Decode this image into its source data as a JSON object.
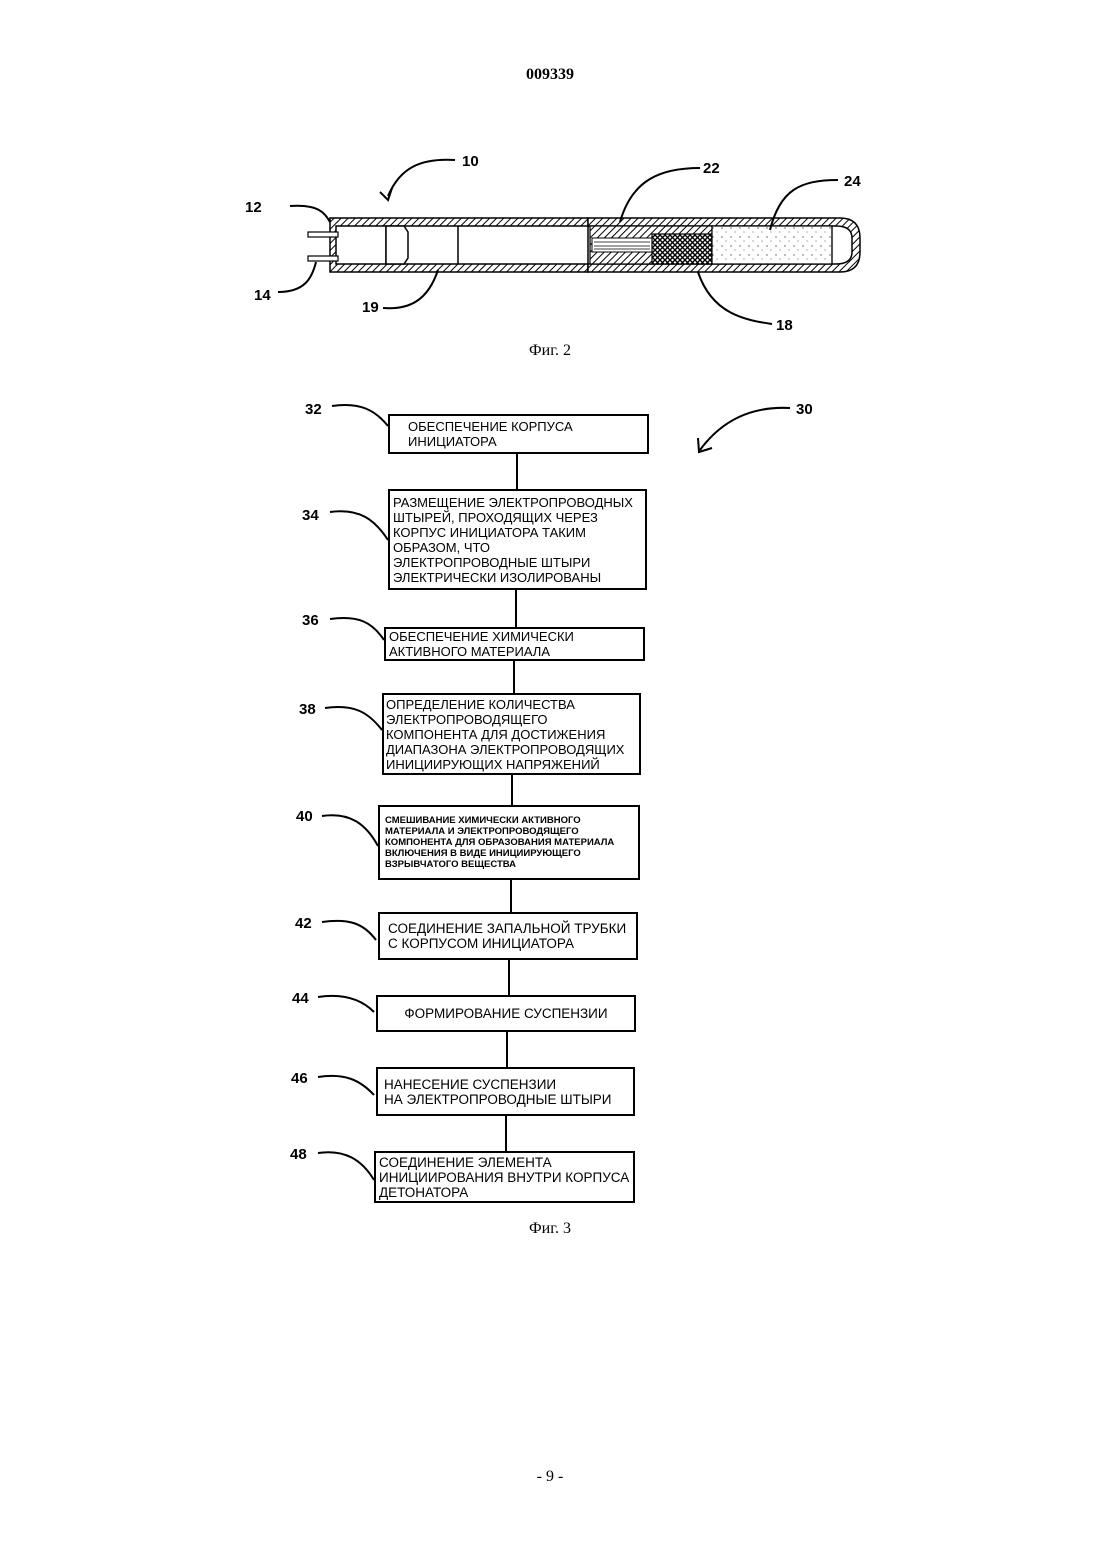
{
  "header": {
    "patent_number": "009339"
  },
  "figure2": {
    "caption": "Фиг. 2",
    "labels": {
      "l10": "10",
      "l12": "12",
      "l14": "14",
      "l19": "19",
      "l22": "22",
      "l24": "24",
      "l18": "18"
    }
  },
  "figure3": {
    "caption": "Фиг. 3",
    "ref_main": "30",
    "steps": [
      {
        "ref": "32",
        "text": "ОБЕСПЕЧЕНИЕ КОРПУСА\nИНИЦИАТОРА"
      },
      {
        "ref": "34",
        "text": "РАЗМЕЩЕНИЕ ЭЛЕКТРОПРОВОДНЫХ\nШТЫРЕЙ, ПРОХОДЯЩИХ ЧЕРЕЗ\nКОРПУС ИНИЦИАТОРА ТАКИМ\nОБРАЗОМ, ЧТО\nЭЛЕКТРОПРОВОДНЫЕ ШТЫРИ\nЭЛЕКТРИЧЕСКИ ИЗОЛИРОВАНЫ"
      },
      {
        "ref": "36",
        "text": "ОБЕСПЕЧЕНИЕ ХИМИЧЕСКИ\nАКТИВНОГО МАТЕРИАЛА"
      },
      {
        "ref": "38",
        "text": "ОПРЕДЕЛЕНИЕ КОЛИЧЕСТВА\nЭЛЕКТРОПРОВОДЯЩЕГО\nКОМПОНЕНТА ДЛЯ ДОСТИЖЕНИЯ\nДИАПАЗОНА ЭЛЕКТРОПРОВОДЯЩИХ\nИНИЦИИРУЮЩИХ НАПРЯЖЕНИЙ"
      },
      {
        "ref": "40",
        "text": "СМЕШИВАНИЕ ХИМИЧЕСКИ АКТИВНОГО\nМАТЕРИАЛА И ЭЛЕКТРОПРОВОДЯЩЕГО\nКОМПОНЕНТА ДЛЯ ОБРАЗОВАНИЯ МАТЕРИАЛА\nВКЛЮЧЕНИЯ В ВИДЕ ИНИЦИИРУЮЩЕГО\nВЗРЫВЧАТОГО ВЕЩЕСТВА"
      },
      {
        "ref": "42",
        "text": "СОЕДИНЕНИЕ ЗАПАЛЬНОЙ ТРУБКИ\nС КОРПУСОМ ИНИЦИАТОРА"
      },
      {
        "ref": "44",
        "text": "ФОРМИРОВАНИЕ СУСПЕНЗИИ"
      },
      {
        "ref": "46",
        "text": "НАНЕСЕНИЕ СУСПЕНЗИИ\nНА ЭЛЕКТРОПРОВОДНЫЕ ШТЫРИ"
      },
      {
        "ref": "48",
        "text": "СОЕДИНЕНИЕ ЭЛЕМЕНТА\nИНИЦИИРОВАНИЯ ВНУТРИ КОРПУСА\nДЕТОНАТОРА"
      }
    ]
  },
  "footer": {
    "page_number": "- 9 -"
  }
}
